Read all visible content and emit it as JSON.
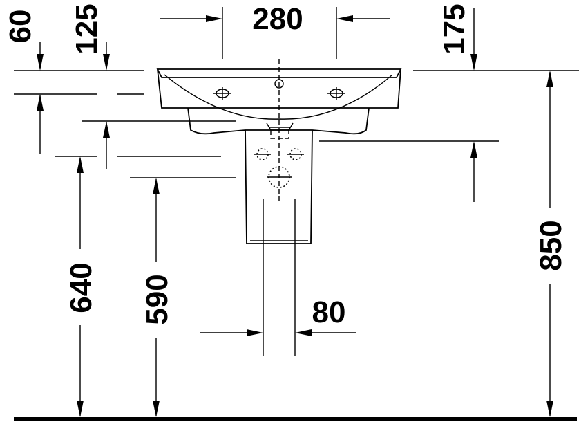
{
  "drawing": {
    "subject": "washbasin with semi-pedestal",
    "dimensions": {
      "width_taps": "280",
      "top_60": "60",
      "top_125": "125",
      "top_175": "175",
      "height_850": "850",
      "height_640": "640",
      "height_590": "590",
      "width_80": "80"
    },
    "line_color": "#000000",
    "background": "#ffffff"
  }
}
